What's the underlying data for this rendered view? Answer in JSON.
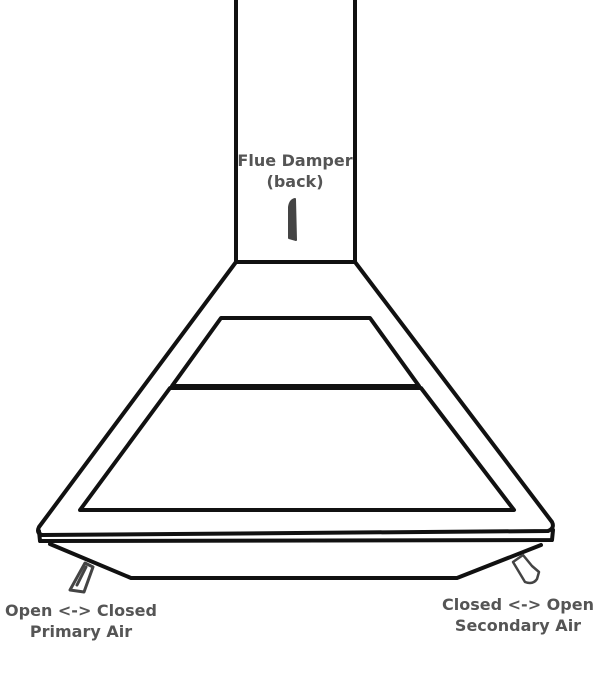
{
  "flue_damper": {
    "title": "Flue Damper",
    "subtitle": "(back)"
  },
  "primary_air": {
    "range": "Open <-> Closed",
    "name": "Primary Air"
  },
  "secondary_air": {
    "range": "Closed <-> Open",
    "name": "Secondary Air"
  },
  "colors": {
    "outline": "#111111",
    "label_text": "#555555",
    "control_lever": "#444444",
    "background": "#ffffff"
  }
}
